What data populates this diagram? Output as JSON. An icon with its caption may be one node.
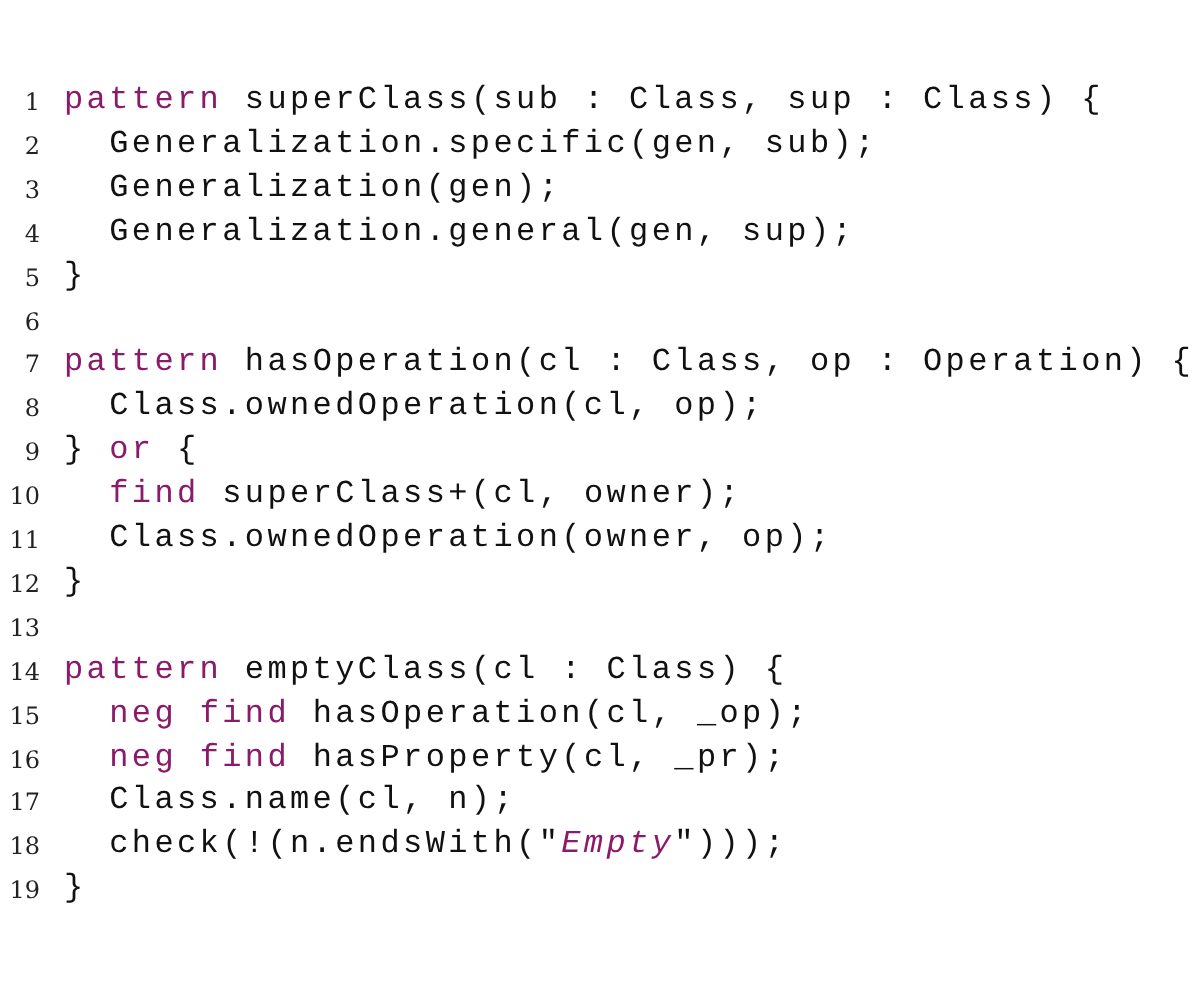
{
  "diagram": {
    "labels": [
      "1",
      "**pattern** superClass(sub : Class, sup : Class) {",
      "2",
      "Generalization.specific(gen, sub);",
      "3",
      "Generalization(gen);",
      "4",
      "Generalization.general(gen, sup);",
      "5",
      "}",
      "6",
      "7",
      "**pattern** hasOperation(cl : Class, op : Operation) {",
      "8",
      "Class.ownedOperation(cl, op);",
      "9",
      "} **or** {",
      "10",
      "**find** superClass+(cl, owner);",
      "11",
      "Class.ownedOperation(owner, op);",
      "12",
      "}",
      "13",
      "14",
      "**pattern** emptyClass(cl : Class) {",
      "15",
      "**neg** **find** hasOperation(cl, _op);",
      "16",
      "**neg** **find** hasProperty(cl, _pr);",
      "17",
      "Class.name(cl, n);",
      "18",
      "check(!(n.endsWith(\"*Empty*\")));",
      "19",
      "}"
    ]
  }
}
